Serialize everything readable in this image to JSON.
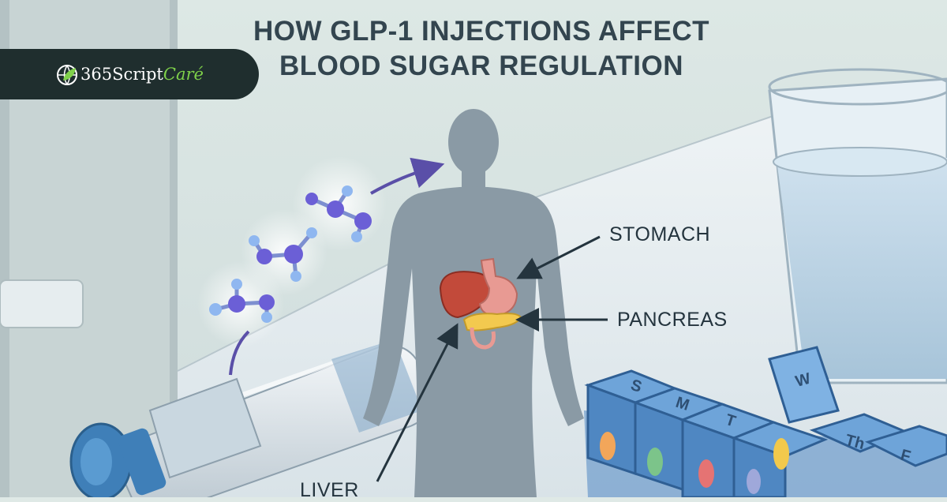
{
  "title": {
    "line1": "HOW GLP-1 INJECTIONS AFFECT",
    "line2": "BLOOD SUGAR REGULATION"
  },
  "brand": {
    "name_main": "365Script",
    "name_accent": "Caré",
    "icon": "leaf-globe-icon"
  },
  "labels": {
    "stomach": "STOMACH",
    "pancreas": "PANCREAS",
    "liver": "LIVER"
  },
  "pill_box": {
    "days": [
      "S",
      "M",
      "T",
      "W",
      "Th",
      "F"
    ]
  },
  "colors": {
    "brand_bg": "#1f2e2e",
    "brand_accent": "#7fd14a",
    "title": "#33454f",
    "silhouette": "#8a9aa5",
    "molecule": "#6b5fd6",
    "pen": "#3f7fb8",
    "water": "#b9d3e6"
  }
}
